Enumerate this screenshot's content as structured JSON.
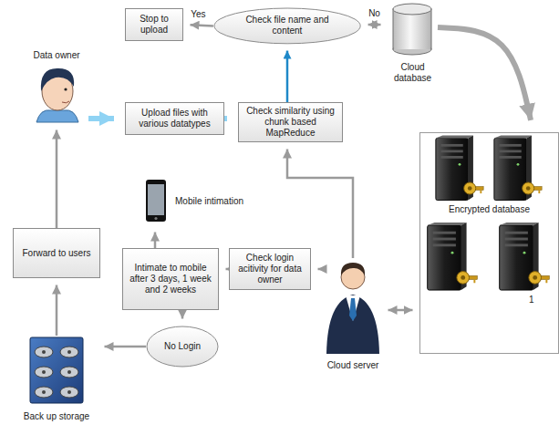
{
  "diagram": {
    "nodes": [
      {
        "text": [
          "Stop to upload"
        ]
      },
      {
        "text": [
          "Check file name and content"
        ]
      },
      {
        "text": [
          "Cloud database"
        ]
      },
      {
        "text": [
          "Data owner"
        ]
      },
      {
        "text": [
          "Upload files with various datatypes"
        ]
      },
      {
        "text": [
          "Check similarity using chunk based MapReduce"
        ]
      },
      {
        "text": [
          "Encrypted database"
        ]
      },
      {
        "text": [
          "Mobile intimation"
        ]
      },
      {
        "text": [
          "Forward to users"
        ]
      },
      {
        "text": [
          "Intimate to mobile after 3 days, 1 week and 2 weeks"
        ]
      },
      {
        "text": [
          "Check login acitivity for data owner"
        ]
      },
      {
        "text": [
          "Cloud server"
        ]
      },
      {
        "text": [
          "No Login"
        ]
      },
      {
        "text": [
          "Back up storage"
        ]
      }
    ],
    "edges": [
      {
        "from": 3,
        "to": 4,
        "arrow": "to"
      },
      {
        "from": 4,
        "to": 5,
        "arrow": "to"
      },
      {
        "from": 5,
        "to": 1,
        "arrow": "to"
      },
      {
        "from": 1,
        "to": 0,
        "arrow": "to",
        "label": "Yes"
      },
      {
        "from": 1,
        "to": 2,
        "arrow": "both",
        "label": "No"
      },
      {
        "from": 2,
        "to": 6,
        "arrow": "to"
      },
      {
        "from": 11,
        "to": 5,
        "arrow": "to"
      },
      {
        "from": 11,
        "to": 6,
        "arrow": "both"
      },
      {
        "from": 11,
        "to": 10,
        "arrow": "to"
      },
      {
        "from": 10,
        "to": 9,
        "arrow": "to"
      },
      {
        "from": 9,
        "to": 7,
        "arrow": "to"
      },
      {
        "from": 9,
        "to": 12,
        "arrow": "to"
      },
      {
        "from": 12,
        "to": 13,
        "arrow": "to"
      },
      {
        "from": 13,
        "to": 8,
        "arrow": "to"
      },
      {
        "from": 8,
        "to": 3,
        "arrow": "to"
      }
    ],
    "labels": [
      "1"
    ]
  }
}
